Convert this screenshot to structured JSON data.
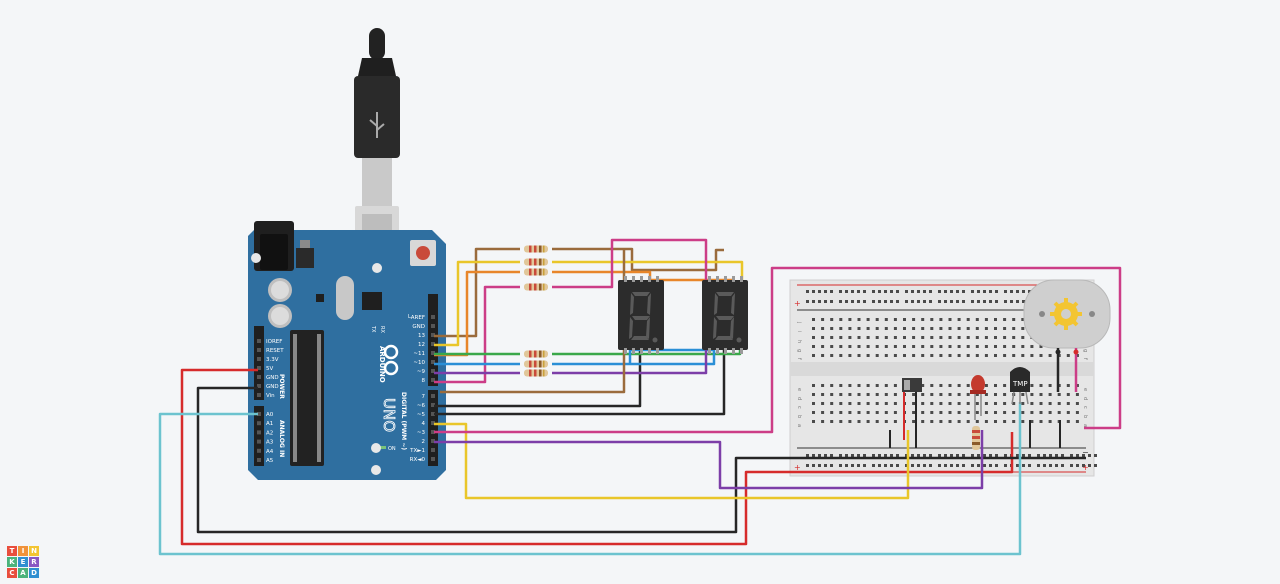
{
  "colors": {
    "board": "#2f6fa0",
    "wire_red": "#d62b2b",
    "wire_black": "#262626",
    "wire_cyan": "#6cc3cf",
    "wire_yellow": "#e9c62a",
    "wire_purple": "#7c3ea8",
    "wire_magenta": "#cc3d87",
    "wire_brown": "#9a6b3c",
    "wire_orange": "#e8862a",
    "wire_green": "#3aa84a",
    "wire_blue": "#2a8fd6"
  },
  "arduino": {
    "brand": "ARDUINO",
    "model": "UNO",
    "power_label": "POWER",
    "analog_label": "ANALOG IN",
    "digital_label": "DIGITAL (PWM ~)",
    "tx_label": "TX",
    "rx_label": "RX",
    "l_label": "L",
    "on_label": "ON",
    "power_pins": [
      "IOREF",
      "RESET",
      "3.3V",
      "5V",
      "GND",
      "GND",
      "Vin"
    ],
    "analog_pins": [
      "A0",
      "A1",
      "A2",
      "A3",
      "A4",
      "A5"
    ],
    "digital_top": [
      "AREF",
      "GND",
      "13",
      "12",
      "~11",
      "~10",
      "~9",
      "8"
    ],
    "digital_bottom": [
      "7",
      "~6",
      "~5",
      "4",
      "~3",
      "2",
      "TX►1",
      "RX◄0"
    ]
  },
  "breadboard": {
    "row_letters_top": [
      "j",
      "i",
      "h",
      "g",
      "f"
    ],
    "row_letters_bottom": [
      "e",
      "d",
      "c",
      "b",
      "a"
    ],
    "plus": "+",
    "minus": "−"
  },
  "components": {
    "tmp_label": "TMP"
  },
  "logo": {
    "letters": [
      "T",
      "I",
      "N",
      "K",
      "E",
      "R",
      "C",
      "A",
      "D"
    ],
    "tile_colors": [
      "#e94e3d",
      "#f0923a",
      "#f3c532",
      "#4bb37b",
      "#2f8fd1",
      "#8a57c2",
      "#e94e3d",
      "#4bb37b",
      "#2f8fd1"
    ]
  }
}
